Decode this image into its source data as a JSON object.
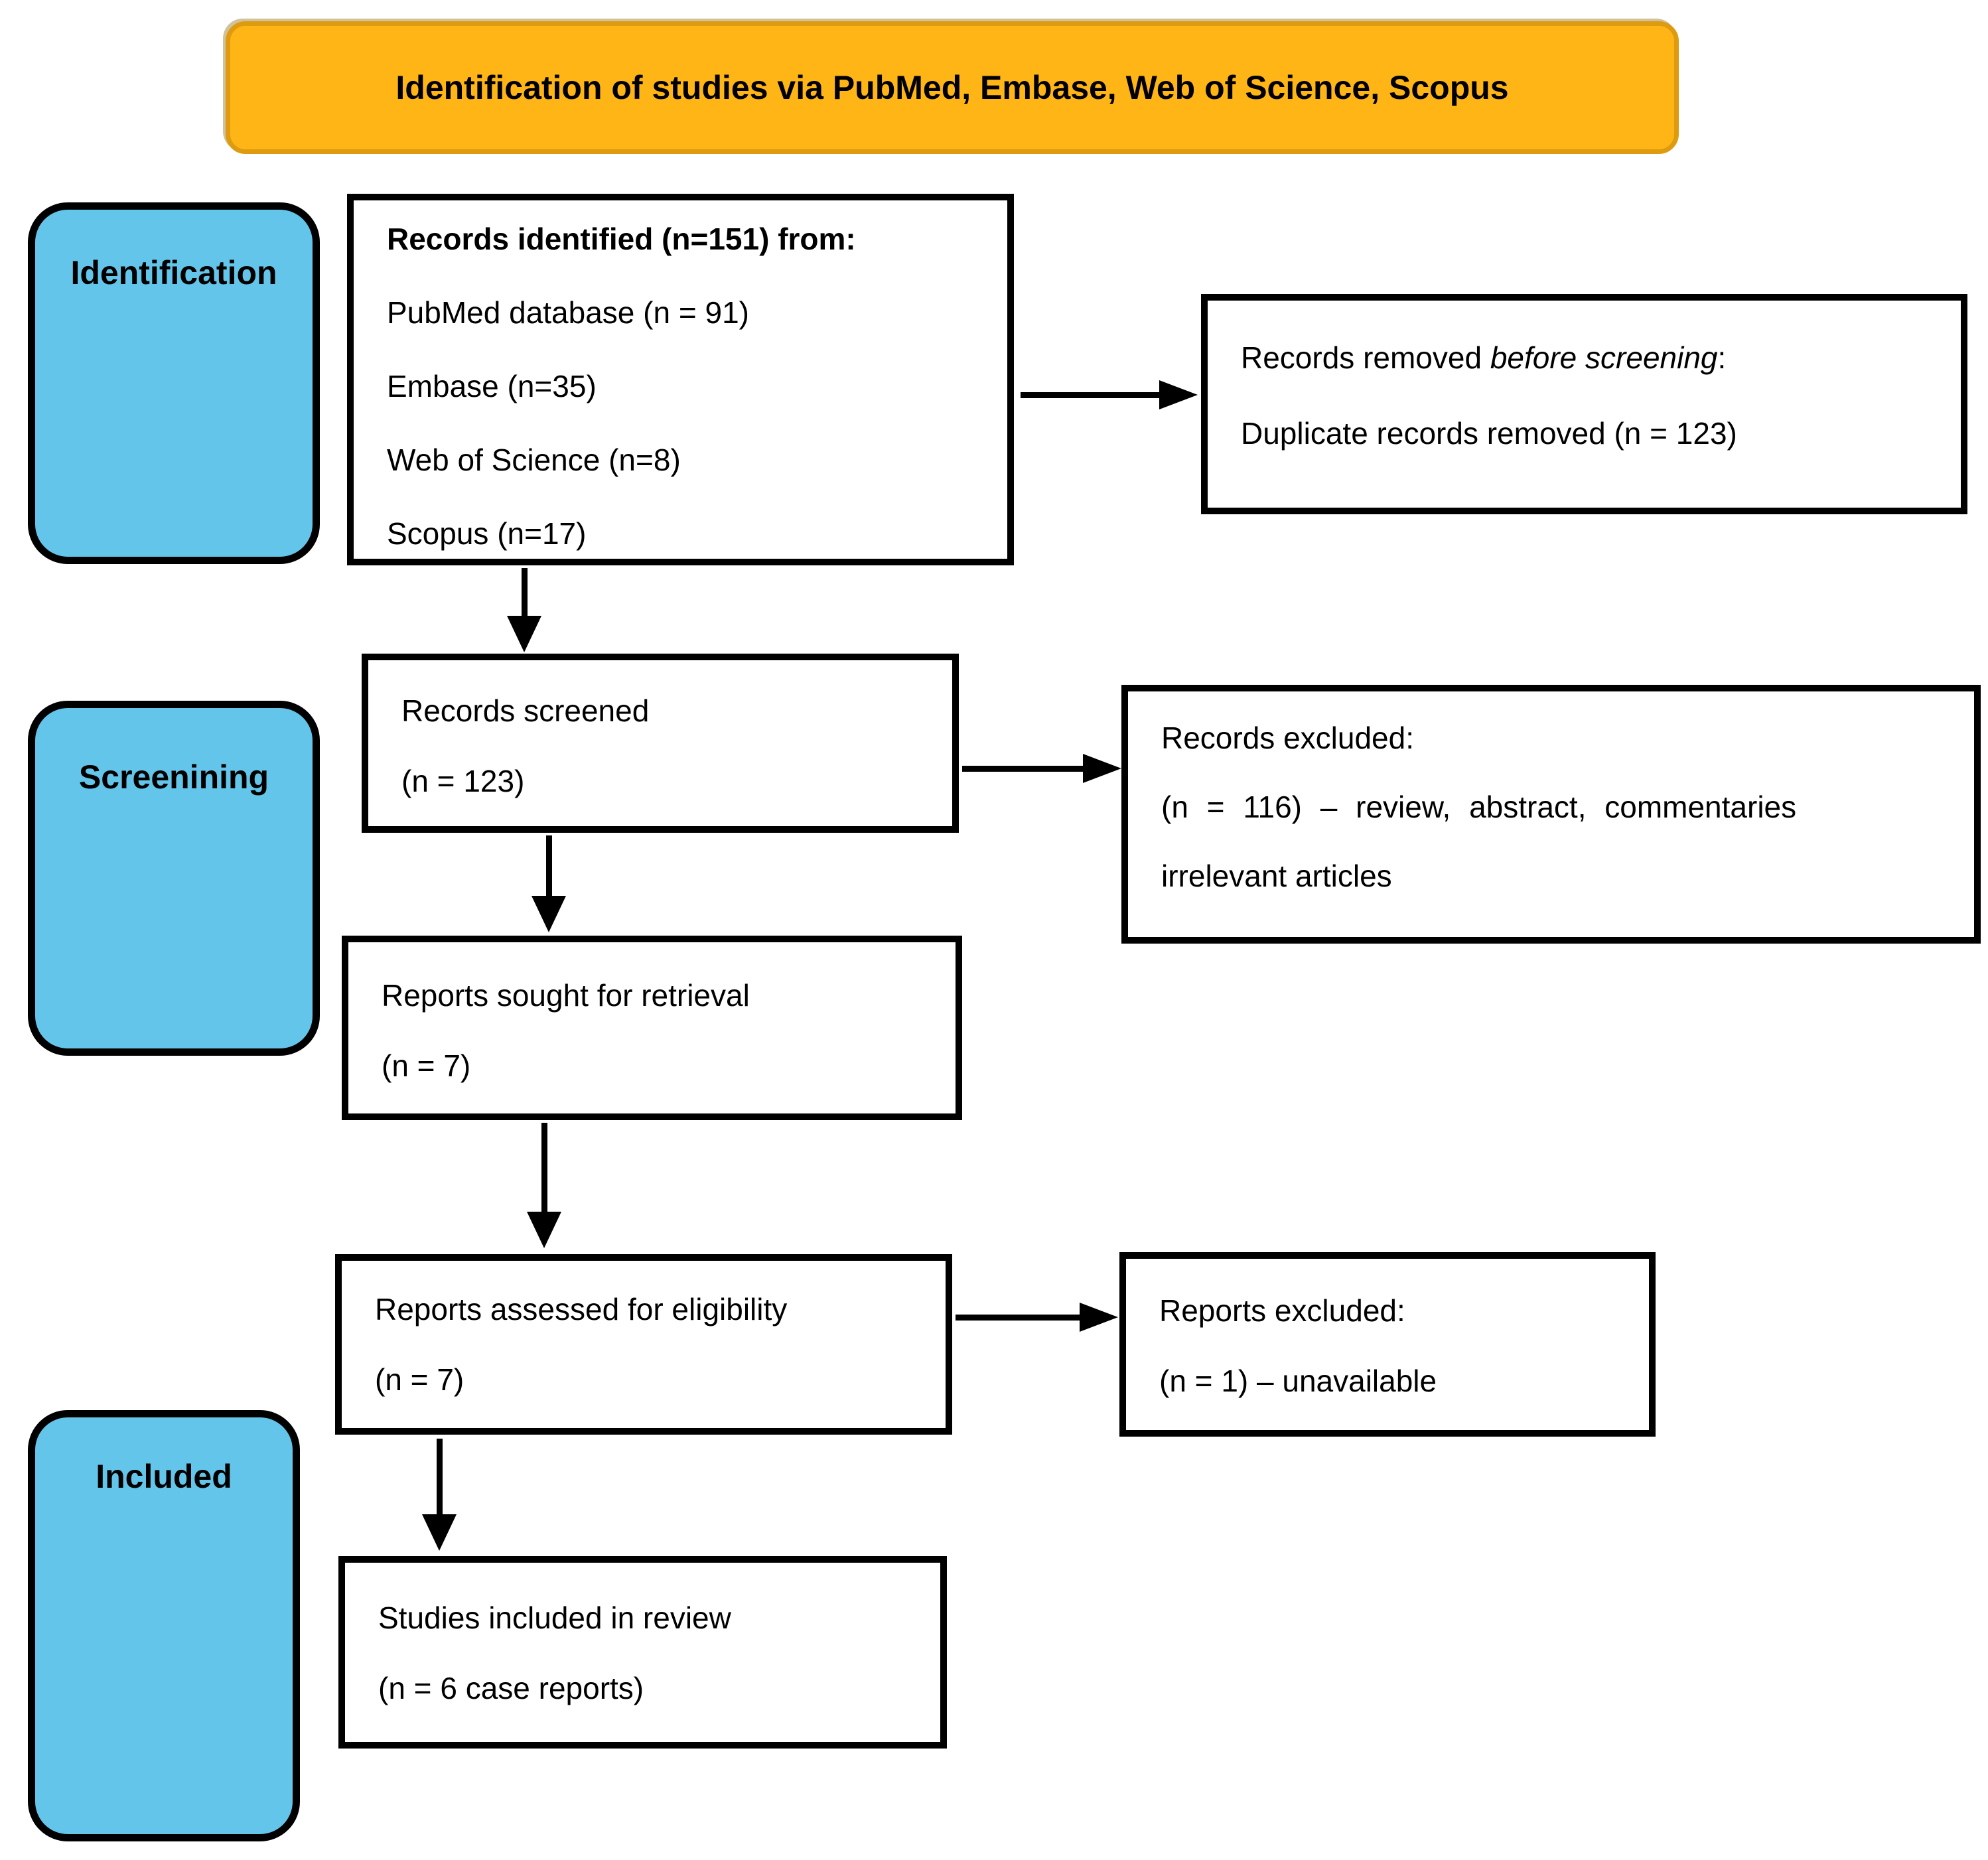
{
  "banner": {
    "title": "Identification of studies via PubMed, Embase, Web of Science, Scopus"
  },
  "stages": {
    "identification": "Identification",
    "screening": "Screenining",
    "included": "Included"
  },
  "boxes": {
    "records_identified": {
      "title": "Records identified (n=151) from:",
      "lines": [
        "PubMed database (n = 91)",
        "Embase (n=35)",
        "Web of Science (n=8)",
        "Scopus (n=17)"
      ]
    },
    "records_removed": {
      "prefix": "Records removed ",
      "italic": "before screening",
      "suffix": ":",
      "line2": "Duplicate records removed (n = 123)"
    },
    "records_screened": {
      "line1": "Records screened",
      "line2": "(n = 123)"
    },
    "records_excluded": {
      "line1": "Records excluded:",
      "line2": "(n = 116) – review, abstract, commentaries",
      "line3": "irrelevant articles"
    },
    "reports_sought": {
      "line1": "Reports sought for retrieval",
      "line2": "(n = 7)"
    },
    "reports_assessed": {
      "line1": "Reports assessed for eligibility",
      "line2": "(n = 7)"
    },
    "reports_excluded": {
      "line1": "Reports excluded:",
      "line2": "(n = 1) – unavailable"
    },
    "studies_included": {
      "line1": "Studies included in review",
      "line2": "(n = 6 case reports)"
    }
  },
  "colors": {
    "banner-fill": "#FFB515",
    "banner-border": "#DE9B10",
    "stage-fill": "#63C5E9",
    "box-border": "#000000",
    "text": "#000000"
  }
}
